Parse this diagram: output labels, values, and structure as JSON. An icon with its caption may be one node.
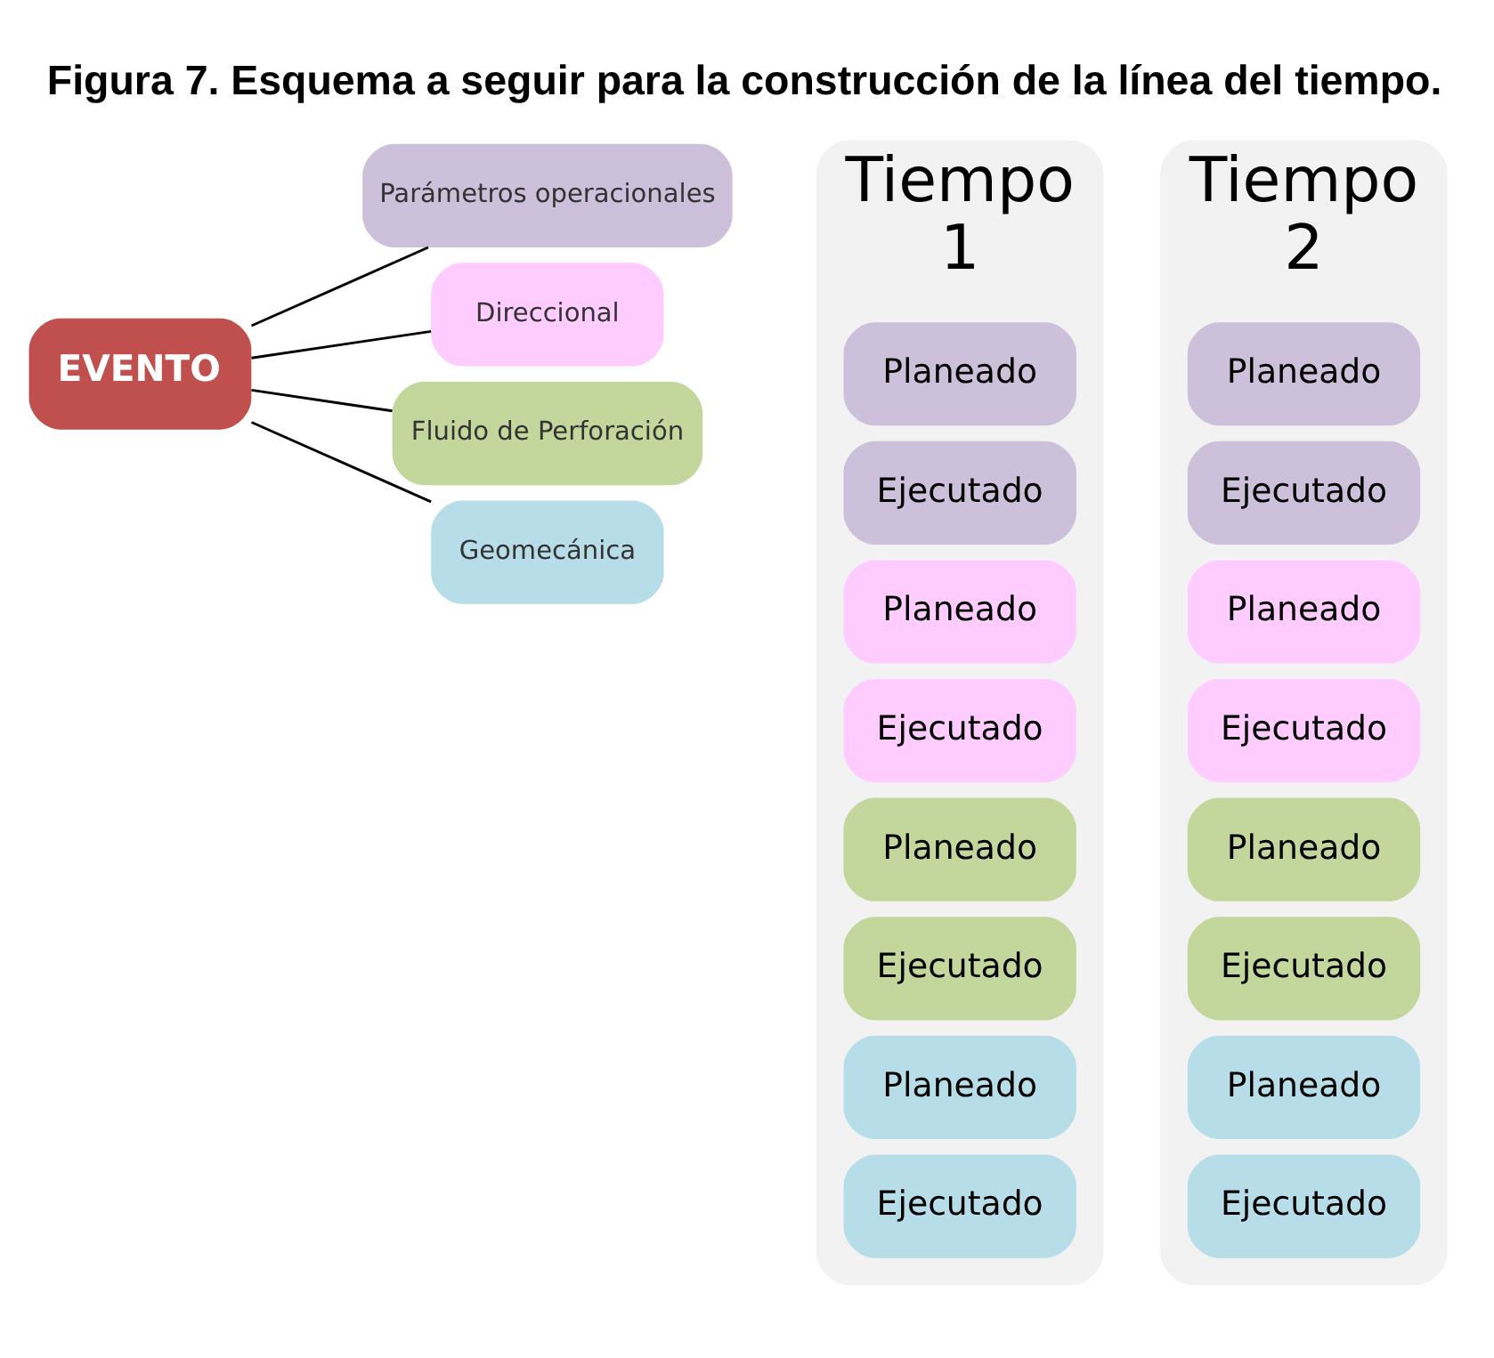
{
  "diagram": {
    "title": "Figura 7. Esquema a seguir para la construcción de la línea del tiempo.",
    "nodes": [
      {
        "text": [
          "EVENTO"
        ]
      },
      {
        "text": [
          "Parámetros operacionales"
        ]
      },
      {
        "text": [
          "Direccional"
        ]
      },
      {
        "text": [
          "Fluido de Perforación"
        ]
      },
      {
        "text": [
          "Geomecánica"
        ]
      },
      {
        "text": [
          "Tiempo 1"
        ]
      },
      {
        "text": [
          "Planeado"
        ],
        "in": 5
      },
      {
        "text": [
          "Ejecutado"
        ],
        "in": 5
      },
      {
        "text": [
          "Planeado"
        ],
        "in": 5
      },
      {
        "text": [
          "Ejecutado"
        ],
        "in": 5
      },
      {
        "text": [
          "Planeado"
        ],
        "in": 5
      },
      {
        "text": [
          "Ejecutado"
        ],
        "in": 5
      },
      {
        "text": [
          "Planeado"
        ],
        "in": 5
      },
      {
        "text": [
          "Ejecutado"
        ],
        "in": 5
      },
      {
        "text": [
          "Tiempo 2"
        ]
      },
      {
        "text": [
          "Planeado"
        ],
        "in": 14
      },
      {
        "text": [
          "Ejecutado"
        ],
        "in": 14
      },
      {
        "text": [
          "Planeado"
        ],
        "in": 14
      },
      {
        "text": [
          "Ejecutado"
        ],
        "in": 14
      },
      {
        "text": [
          "Planeado"
        ],
        "in": 14
      },
      {
        "text": [
          "Ejecutado"
        ],
        "in": 14
      },
      {
        "text": [
          "Planeado"
        ],
        "in": 14
      },
      {
        "text": [
          "Ejecutado"
        ],
        "in": 14
      }
    ],
    "edges": [
      {
        "from": 0,
        "to": 1,
        "arrow": "none"
      },
      {
        "from": 0,
        "to": 2,
        "arrow": "none"
      },
      {
        "from": 0,
        "to": 3,
        "arrow": "none"
      },
      {
        "from": 0,
        "to": 4,
        "arrow": "none"
      }
    ]
  }
}
